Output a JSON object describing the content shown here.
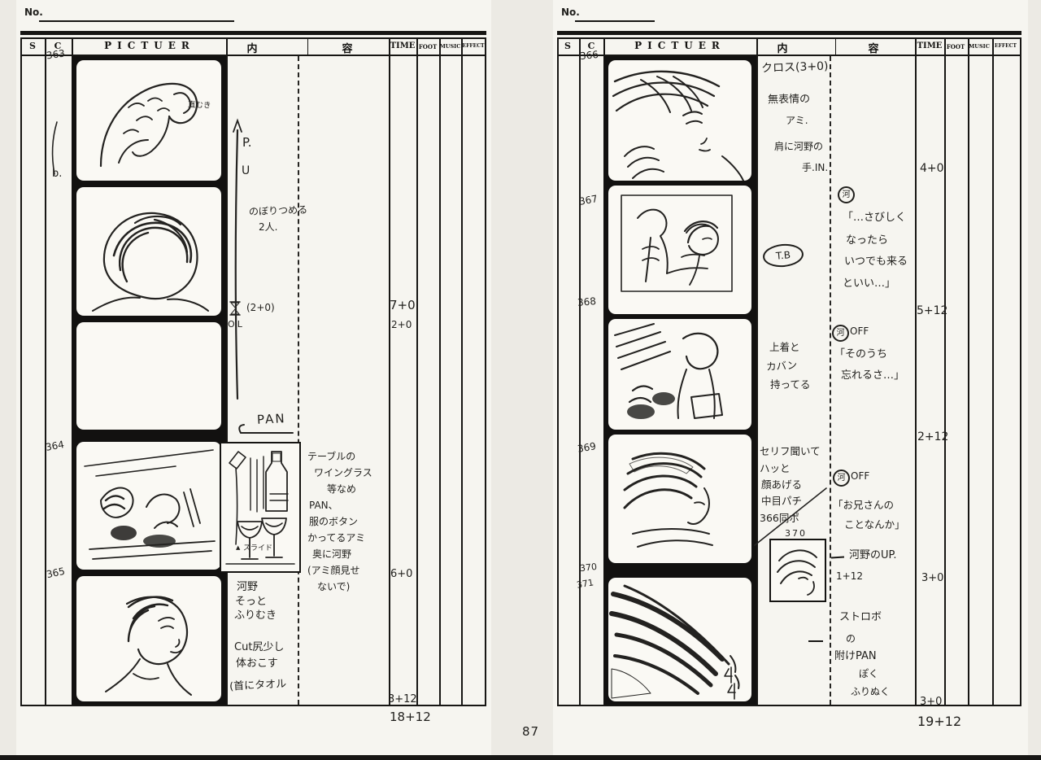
{
  "page": {
    "number": "87"
  },
  "labels": {
    "no": "No.",
    "s": "S",
    "c": "C",
    "picture": "PICTUER",
    "content_a": "内",
    "content_b": "容",
    "time": "TIME",
    "foot": "FOOT",
    "music": "MUSIC",
    "effect": "EFFECT"
  },
  "left": {
    "cut": {
      "n1": "363",
      "nb": "b.",
      "n4": "364",
      "n5": "365"
    },
    "frame_note": "直むき",
    "pu": {
      "p": "P.",
      "u": "U"
    },
    "climb": [
      "のぼりつめる",
      "2人."
    ],
    "ol": {
      "time": "(2+0)",
      "label": "O.L"
    },
    "pan": "PAN",
    "slide": "スライド",
    "table_note": [
      "テーブルの",
      "ワイングラス",
      "等なめ",
      "PAN、",
      "服のボタン",
      "かってるアミ",
      "奥に河野",
      "(アミ顔見せ",
      "ないで)"
    ],
    "turn": [
      "河野",
      "そっと",
      "ふりむき"
    ],
    "cutnote": [
      "Cut尻少し",
      "体おこす",
      "(首にタオル"
    ],
    "times": {
      "a": "7+0",
      "b": "2+0",
      "c": "6+0",
      "d": "3+12"
    },
    "total": "18+12"
  },
  "right": {
    "cut": {
      "n1": "366",
      "n2": "367",
      "n3": "368",
      "n4": "369",
      "n5": "370",
      "n6": "371"
    },
    "cross": "クロス(3+0)",
    "ami": [
      "無表情の",
      "アミ.",
      "肩に河野の",
      "手.IN."
    ],
    "tb": "T.B",
    "spk": "河",
    "off": "OFF",
    "d1": [
      "「…さびしく",
      "なったら",
      "いつでも来る",
      "といい…」"
    ],
    "coat": [
      "上着と",
      "カバン",
      "持ってる"
    ],
    "d2": [
      "「そのうち",
      "忘れるさ…」"
    ],
    "react": [
      "セリフ聞いて",
      "ハッと",
      "顔あげる",
      "中目パチ",
      "366同ポ"
    ],
    "d3": [
      "「お兄さんの",
      "ことなんか」"
    ],
    "c370": "370",
    "up_note": "河野のUP.",
    "t370": "1+12",
    "strobe": [
      "ストロボ",
      "の",
      "附けPAN",
      "ぽく",
      "ふりぬく"
    ],
    "times": {
      "a": "4+0",
      "b": "5+12",
      "c": "2+12",
      "d": "3+0",
      "e": "3+0"
    },
    "total": "19+12"
  }
}
